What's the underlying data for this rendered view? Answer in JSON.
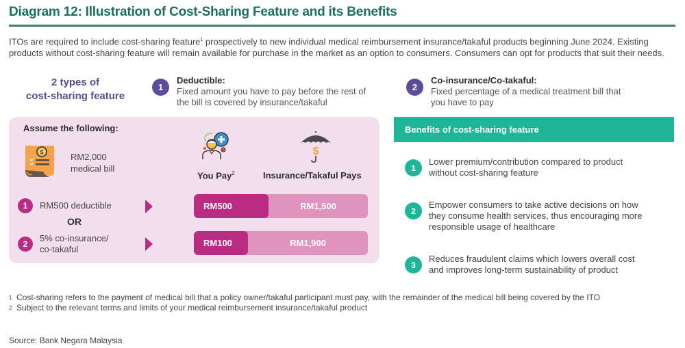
{
  "title": "Diagram 12: Illustration of Cost-Sharing Feature and its Benefits",
  "intro": {
    "line1_before": "ITOs are required to include cost-sharing feature",
    "line1_sup": "1",
    "line1_after": " prospectively to new individual medical reimbursement insurance/takaful products beginning June 2024. Existing products without cost-sharing feature will remain available for purchase in the market as an option to consumers. Consumers can opt for products that suit their needs."
  },
  "types": {
    "label_line1": "2 types of",
    "label_line2": "cost-sharing feature",
    "items": [
      {
        "number": "1",
        "heading": "Deductible:",
        "desc_line1": "Fixed amount you have to pay before the rest of",
        "desc_line2": "the bill is covered by insurance/takaful"
      },
      {
        "number": "2",
        "heading": "Co-insurance/Co-takaful:",
        "desc_line1": "Fixed percentage of a medical treatment bill that",
        "desc_line2": "you have to pay"
      }
    ]
  },
  "illustration": {
    "assume_label": "Assume the following:",
    "bill_icon": "medical-bill-icon",
    "bill_line1": "RM2,000",
    "bill_line2": "medical bill",
    "or_label": "OR",
    "scenarios": [
      {
        "number": "1",
        "line1": "RM500 deductible",
        "line2": "",
        "you_pay": "RM500",
        "insurance_pays": "RM1,500",
        "you_pay_value": 500,
        "insurance_value": 1500
      },
      {
        "number": "2",
        "line1": "5% co-insurance/",
        "line2": "co-takaful",
        "you_pay": "RM100",
        "insurance_pays": "RM1,900",
        "you_pay_value": 100,
        "insurance_value": 1900
      }
    ],
    "col_you_pay": "You Pay",
    "col_you_pay_sup": "2",
    "col_insurance_pays": "Insurance/Takaful Pays",
    "you_icon": "person-medical-icon",
    "insurance_icon": "umbrella-dollar-icon"
  },
  "benefits": {
    "heading": "Benefits of cost-sharing feature",
    "items": [
      {
        "number": "1",
        "line1": "Lower premium/contribution compared to product",
        "line2": "without cost-sharing feature",
        "line3": ""
      },
      {
        "number": "2",
        "line1": "Empower consumers to take active decisions on how",
        "line2": "they consume health services, thus encouraging more",
        "line3": "responsible usage of healthcare"
      },
      {
        "number": "3",
        "line1": "Reduces fraudulent claims which lowers overall cost",
        "line2": "and improves long-term sustainability of product",
        "line3": ""
      }
    ]
  },
  "footnotes": [
    {
      "mark": "1",
      "text": "Cost-sharing refers to the payment of medical bill that a policy owner/takaful participant must pay, with the remainder of the medical bill being covered by the ITO"
    },
    {
      "mark": "2",
      "text": "Subject to the relevant terms and limits of your medical reimbursement insurance/takaful product"
    }
  ],
  "source": "Source: Bank Negara Malaysia",
  "colors": {
    "title_green": "#1d6e5c",
    "purple": "#5c4a9a",
    "magenta": "#bb2b84",
    "light_magenta": "#df93bd",
    "panel_pink": "#f3dfeb",
    "teal": "#1fb597"
  }
}
